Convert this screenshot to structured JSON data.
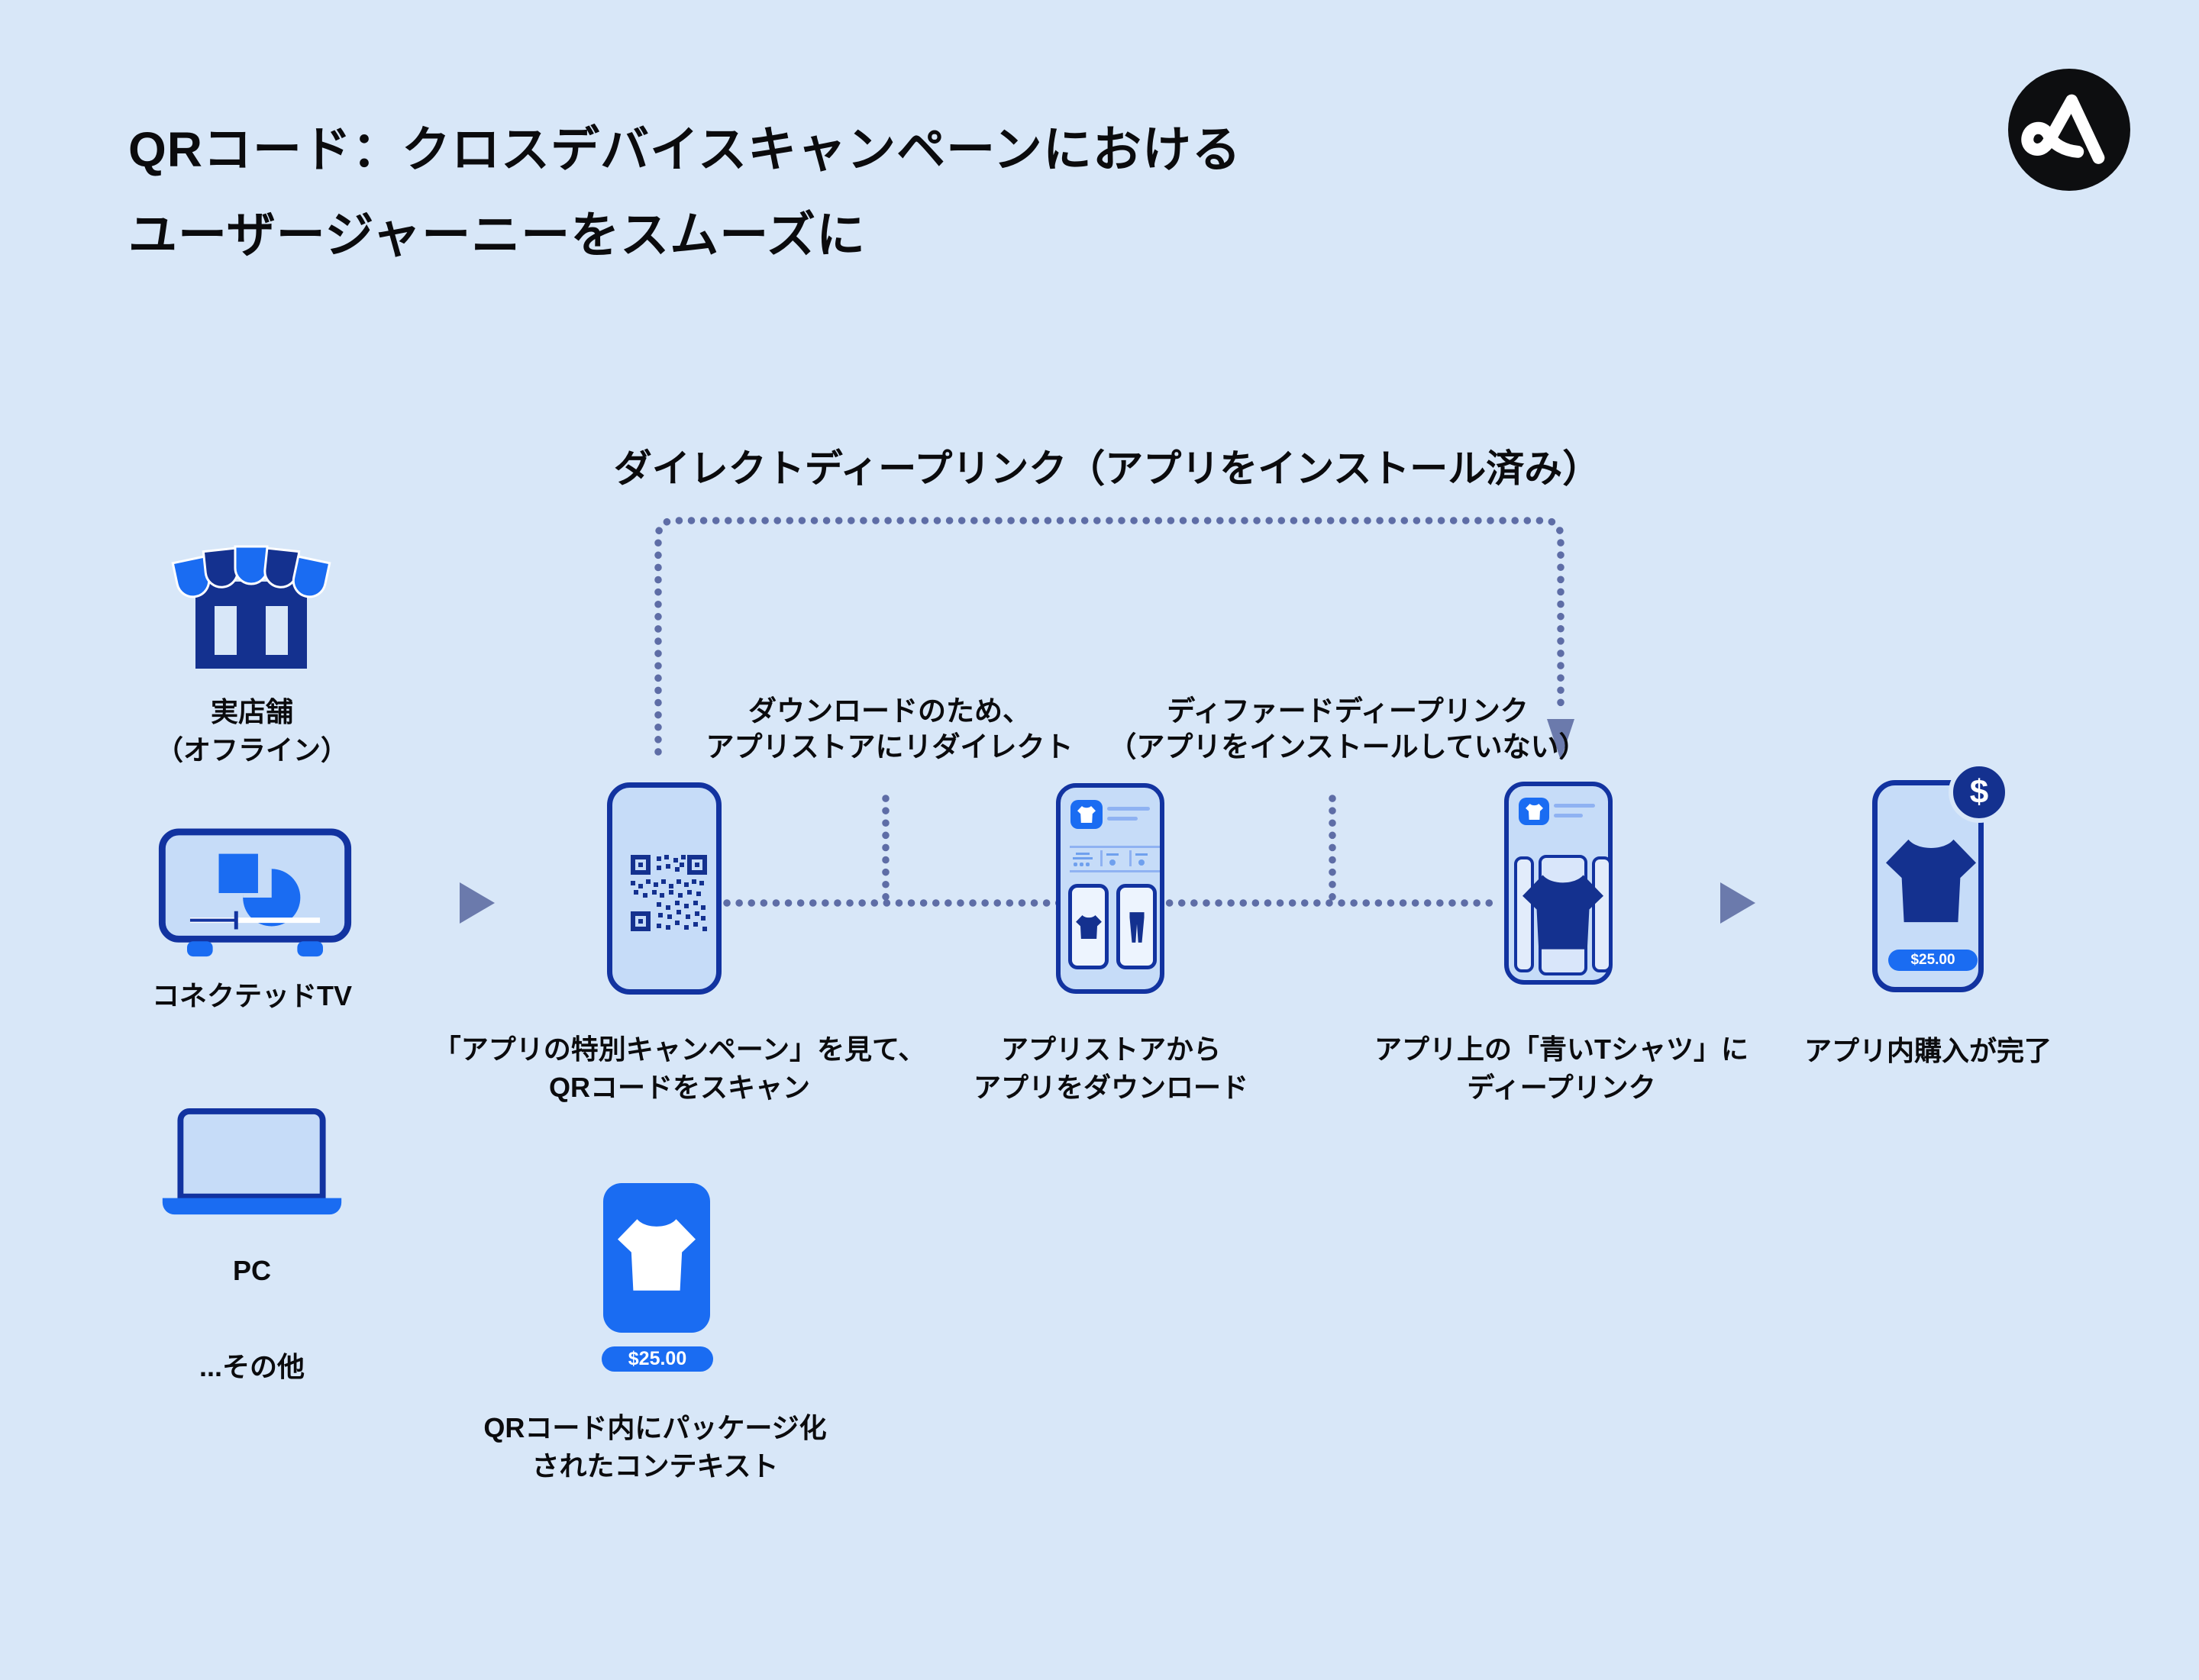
{
  "title": {
    "line1": "QRコード：クロスデバイスキャンペーンにおける",
    "line2": "ユーザージャーニーをスムーズに"
  },
  "flow_heading": "ダイレクトディープリンク（アプリをインストール済み）",
  "sources": {
    "store": {
      "line1": "実店舗",
      "line2": "（オフライン）"
    },
    "ctv": {
      "label": "コネクテッドTV"
    },
    "pc": {
      "label": "PC"
    },
    "other": {
      "label": "...その他"
    }
  },
  "annotations": {
    "redirect_line1": "ダウンロードのため、",
    "redirect_line2": "アプリストアにリダイレクト",
    "deferred_line1": "ディファードディープリンク",
    "deferred_line2": "（アプリをインストールしていない）"
  },
  "captions": {
    "scan_line1": "「アプリの特別キャンペーン」を見て、",
    "scan_line2": "QRコードをスキャン",
    "store_line1": "アプリストアから",
    "store_line2": "アプリをダウンロード",
    "deeplink_line1": "アプリ上の「青いTシャツ」に",
    "deeplink_line2": "ディープリンク",
    "purchase": "アプリ内購入が完了",
    "context_line1": "QRコード内にパッケージ化",
    "context_line2": "されたコンテキスト"
  },
  "values": {
    "price": "$25.00",
    "context_price": "$25.00",
    "dollar_badge": "$"
  },
  "icons": {
    "logo": "appsflyer-logo",
    "source_icons": [
      "storefront-icon",
      "connected-tv-icon",
      "laptop-icon"
    ],
    "flow_icons": [
      "qr-code-icon",
      "tshirt-icon",
      "pants-icon",
      "dollar-badge-icon",
      "right-arrow-icon",
      "down-arrow-icon"
    ]
  },
  "colors": {
    "background": "#D8E7F8",
    "navy": "#14318F",
    "phone_border": "#1233A0",
    "bright_blue": "#1A6CF2",
    "phone_fill": "#C6DCF8",
    "connector_dot": "#5E6DA6",
    "arrow_slate": "#6B7AAC"
  }
}
